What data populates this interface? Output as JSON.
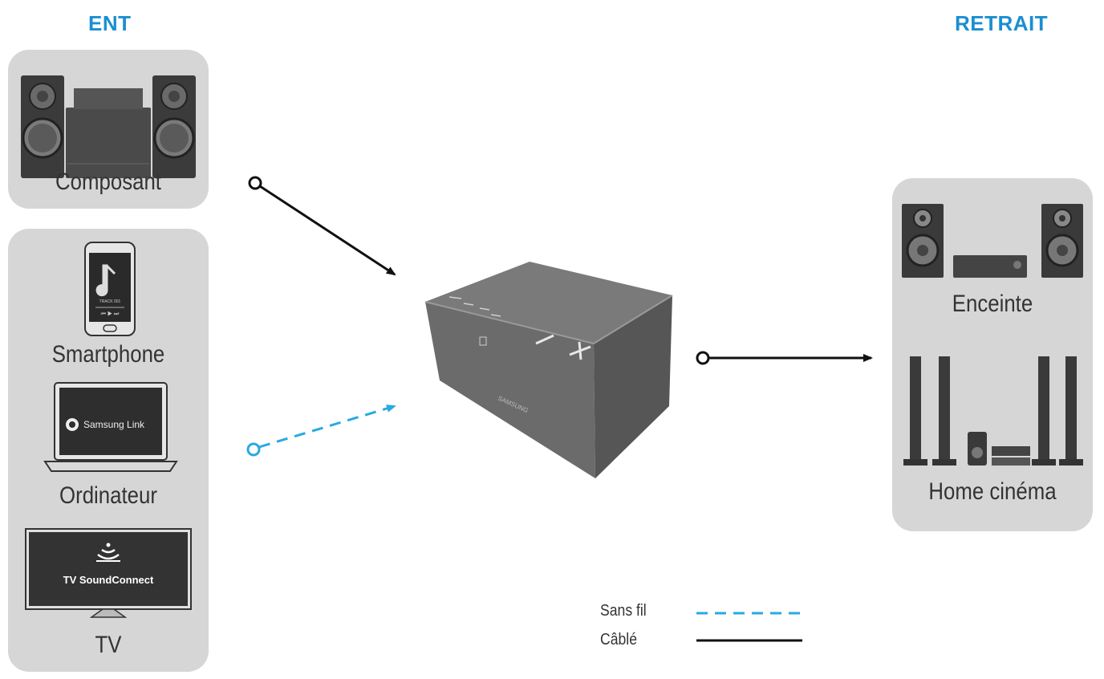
{
  "headings": {
    "input": "ENT",
    "output": "RETRAIT"
  },
  "inputs": {
    "component": "Composant",
    "smartphone": "Smartphone",
    "computer": "Ordinateur",
    "tv": "TV"
  },
  "outputs": {
    "speaker": "Enceinte",
    "home_theater": "Home cinéma"
  },
  "screens": {
    "track": "TRACK 001",
    "samsung_link": "Samsung Link",
    "tv_soundconnect": "TV SoundConnect"
  },
  "device_brand": "SAMSUNG",
  "legend": {
    "wireless": "Sans fil",
    "wired": "Câblé"
  },
  "colors": {
    "accent": "#1a8fd0",
    "wireless": "#29a9e1",
    "wired": "#111111",
    "box": "#d6d6d7"
  }
}
